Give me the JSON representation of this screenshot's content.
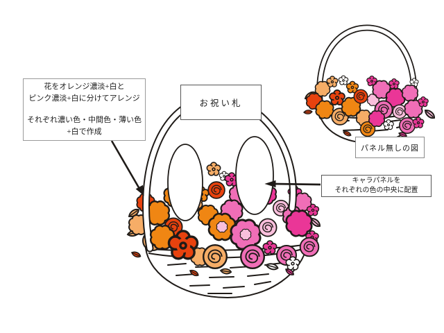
{
  "palette": {
    "outline": "#1f1b18",
    "orange_dark": "#e8420e",
    "orange_mid": "#f08613",
    "orange_light": "#f6ad67",
    "pink_dark": "#ea3697",
    "pink_mid": "#f06eb7",
    "pink_light": "#f9bfdc",
    "panel_white": "#ffffff"
  },
  "annotations": {
    "arrange_note": {
      "line1": "花をオレンジ濃淡+白と",
      "line2": "ピンク濃淡+白に分けてアレンジ",
      "line3": "それぞれ濃い色・中間色・薄い色",
      "line4": "+白で作成"
    },
    "tag_label": "お祝い札",
    "no_panel_label": "パネル無しの図",
    "panel_note": {
      "line1": "キャラパネルを",
      "line2": "それぞれの色の中央に配置"
    }
  }
}
